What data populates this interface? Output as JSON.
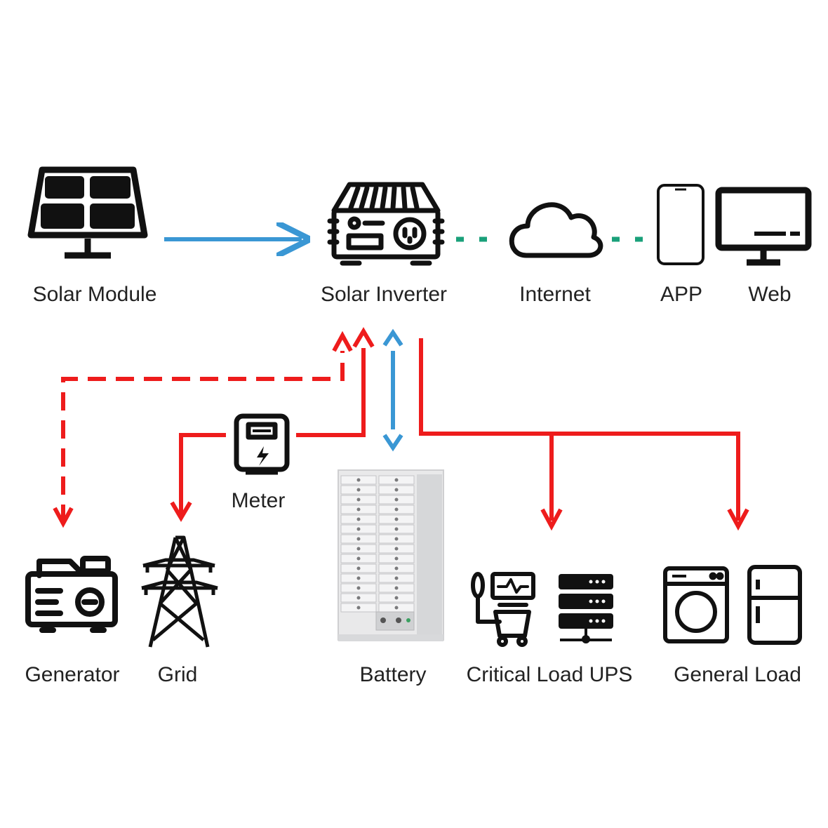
{
  "labels": {
    "solar_module": "Solar Module",
    "solar_inverter": "Solar Inverter",
    "internet": "Internet",
    "app": "APP",
    "web": "Web",
    "meter": "Meter",
    "generator": "Generator",
    "grid": "Grid",
    "battery": "Battery",
    "critical_load": "Critical Load UPS",
    "general_load": "General Load"
  },
  "colors": {
    "dc_flow": "#3a97d4",
    "ac_flow": "#ee1c1c",
    "data_link": "#1aa07a",
    "icon": "#111111"
  },
  "icons": [
    "solar-panel-icon",
    "inverter-icon",
    "cloud-icon",
    "phone-icon",
    "monitor-icon",
    "meter-icon",
    "generator-icon",
    "pylon-icon",
    "battery-rack-icon",
    "ups-cart-icon",
    "server-icon",
    "washer-icon",
    "fridge-icon"
  ]
}
